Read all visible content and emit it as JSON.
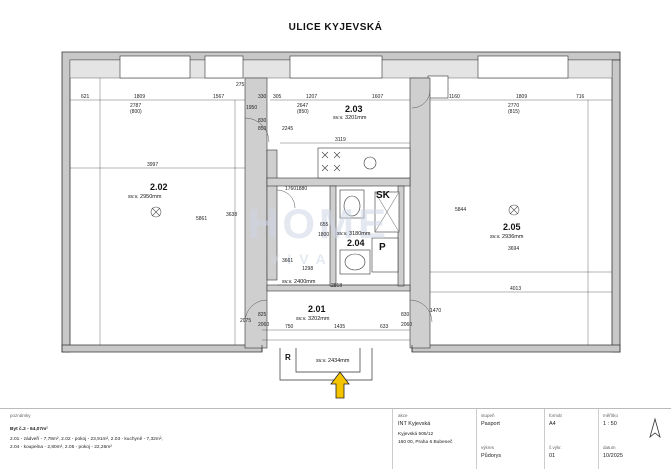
{
  "plan": {
    "street_name": "ULICE KYJEVSKÁ",
    "watermark_big": "HOME",
    "watermark_small": "VIVA",
    "rooms": [
      {
        "id": "2.02",
        "area": "sv.v. 2950mm"
      },
      {
        "id": "2.03",
        "area": "sv.v. 3201mm"
      },
      {
        "id": "2.04",
        "area": "sv.v. 3180mm"
      },
      {
        "id": "2.05",
        "area": "sv.v. 2936mm"
      },
      {
        "id": "2.01",
        "area": "sv.v. 3202mm"
      }
    ],
    "labels": {
      "sk": "SK",
      "p": "P",
      "r": "R",
      "sv_2400": "sv.v. 2400mm",
      "sv_2434": "sv.v. 2434mm"
    },
    "dims": {
      "d621": "621",
      "d1809a": "1809",
      "d2787": "2787 (800)",
      "d1567": "1567",
      "d330": "330",
      "d305": "305",
      "d1207": "1207",
      "d2647": "2647 (850)",
      "d1607": "1607",
      "d1160": "1160",
      "d1809b": "1809",
      "d2770": "2770 (815)",
      "d716": "716",
      "d275": "275",
      "d1950": "1950",
      "d830a": "830",
      "d850": "850",
      "d2245": "2245",
      "d3119": "3119",
      "d3997": "3997",
      "d5861": "5861",
      "d3638": "3638",
      "d1760": "1760",
      "d1880": "1880",
      "d655": "655",
      "d1800": "1800",
      "d1298": "1298",
      "d3661": "3661",
      "d2818": "2818",
      "d5844": "5844",
      "d3694": "3694",
      "d4013": "4013",
      "d825": "825",
      "d2075": "2075",
      "d2060a": "2060",
      "d750": "750",
      "d1435": "1435",
      "d633": "633",
      "d830b": "830",
      "d2060b": "2060",
      "d1470": "1470"
    }
  },
  "footer": {
    "notes_label": "poznámky",
    "flat_title": "Byt č.2 - 64,07m²",
    "line1": "2.01 - zádveří - 7,78m², 2.02 - pokoj - 23,91m², 2.03 - kuchyně - 7,32m²,",
    "line2": "2.04 - koupelna - 2,80m², 2.05 - pokoj - 22,26m²",
    "akce_label": "akce",
    "akce_val": "INT Kyjevská",
    "address1": "Kyjevská 505/12",
    "address2": "160 00, Praha 6 Bubeneč",
    "stupen_label": "stupeň",
    "stupen_val": "Pasport",
    "vykres_label": "výkres",
    "vykres_val": "Půdorys",
    "format_label": "formát",
    "format_val": "A4",
    "cislo_label": "č.výkr.",
    "cislo_val": "01",
    "meritko_label": "měřítko",
    "meritko_val": "1 : 50",
    "datum_label": "datum",
    "datum_val": "10/2025"
  }
}
